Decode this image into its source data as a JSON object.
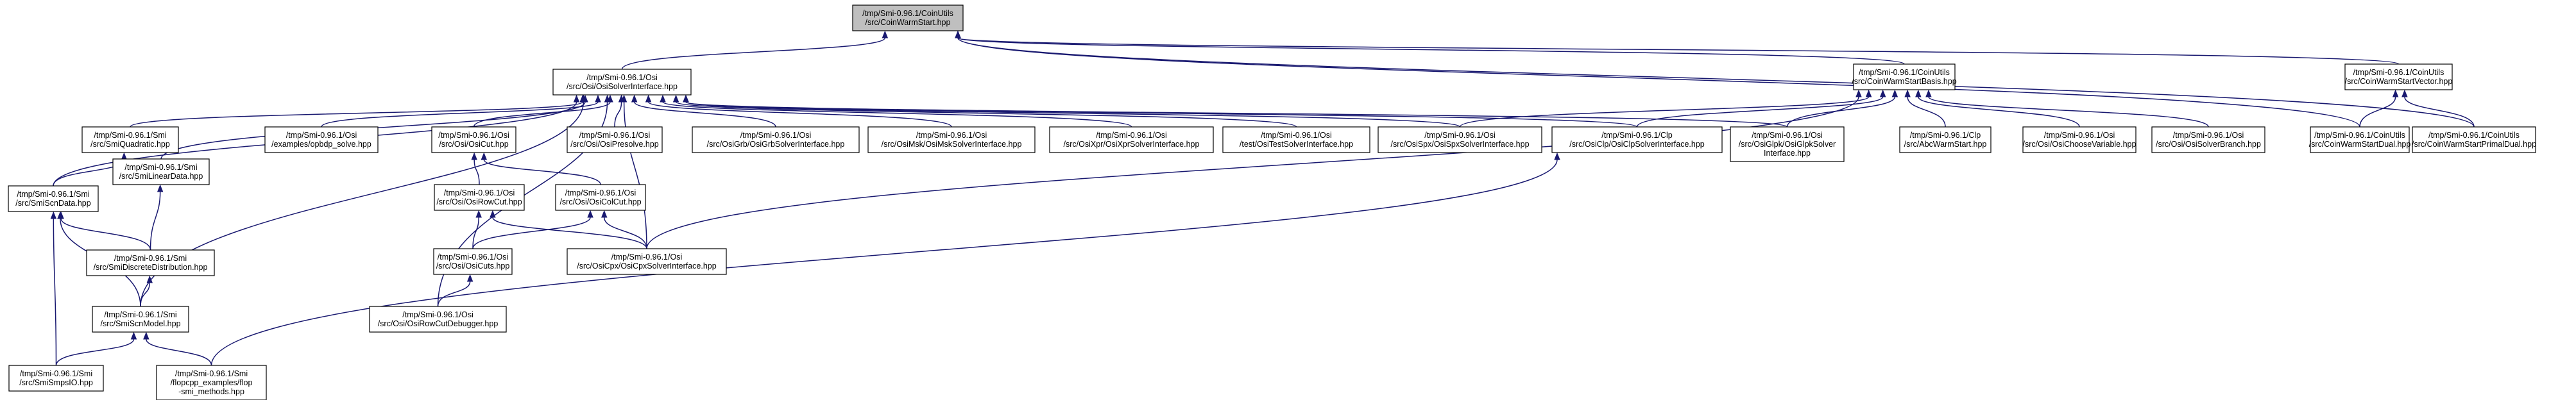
{
  "diagram": {
    "kind": "include-dependency-graph",
    "colors": {
      "node_fill": "#ffffff",
      "root_fill": "#bfbfbf",
      "edge": "#191970",
      "border": "#000000"
    },
    "nodes": [
      {
        "id": "root",
        "lines": [
          "/tmp/Smi-0.96.1/CoinUtils",
          "/src/CoinWarmStart.hpp"
        ],
        "root": true
      },
      {
        "id": "osisi",
        "lines": [
          "/tmp/Smi-0.96.1/Osi",
          "/src/Osi/OsiSolverInterface.hpp"
        ]
      },
      {
        "id": "cwsb",
        "lines": [
          "/tmp/Smi-0.96.1/CoinUtils",
          "/src/CoinWarmStartBasis.hpp"
        ]
      },
      {
        "id": "cwsv",
        "lines": [
          "/tmp/Smi-0.96.1/CoinUtils",
          "/src/CoinWarmStartVector.hpp"
        ]
      },
      {
        "id": "smiquad",
        "lines": [
          "/tmp/Smi-0.96.1/Smi",
          "/src/SmiQuadratic.hpp"
        ]
      },
      {
        "id": "smilin",
        "lines": [
          "/tmp/Smi-0.96.1/Smi",
          "/src/SmiLinearData.hpp"
        ]
      },
      {
        "id": "opbdp",
        "lines": [
          "/tmp/Smi-0.96.1/Osi",
          "/examples/opbdp_solve.hpp"
        ]
      },
      {
        "id": "osicut",
        "lines": [
          "/tmp/Smi-0.96.1/Osi",
          "/src/Osi/OsiCut.hpp"
        ]
      },
      {
        "id": "osipresolve",
        "lines": [
          "/tmp/Smi-0.96.1/Osi",
          "/src/Osi/OsiPresolve.hpp"
        ]
      },
      {
        "id": "osigrb",
        "lines": [
          "/tmp/Smi-0.96.1/Osi",
          "/src/OsiGrb/OsiGrbSolverInterface.hpp"
        ]
      },
      {
        "id": "osimsk",
        "lines": [
          "/tmp/Smi-0.96.1/Osi",
          "/src/OsiMsk/OsiMskSolverInterface.hpp"
        ]
      },
      {
        "id": "osixpr",
        "lines": [
          "/tmp/Smi-0.96.1/Osi",
          "/src/OsiXpr/OsiXprSolverInterface.hpp"
        ]
      },
      {
        "id": "osittest",
        "lines": [
          "/tmp/Smi-0.96.1/Osi",
          "/test/OsiTestSolverInterface.hpp"
        ]
      },
      {
        "id": "osispx",
        "lines": [
          "/tmp/Smi-0.96.1/Osi",
          "/src/OsiSpx/OsiSpxSolverInterface.hpp"
        ]
      },
      {
        "id": "osiclp",
        "lines": [
          "/tmp/Smi-0.96.1/Clp",
          "/src/OsiClp/OsiClpSolverInterface.hpp"
        ]
      },
      {
        "id": "osiglpk",
        "lines": [
          "/tmp/Smi-0.96.1/Osi",
          "/src/OsiGlpk/OsiGlpkSolver",
          "Interface.hpp"
        ]
      },
      {
        "id": "abcws",
        "lines": [
          "/tmp/Smi-0.96.1/Clp",
          "/src/AbcWarmStart.hpp"
        ]
      },
      {
        "id": "osichoose",
        "lines": [
          "/tmp/Smi-0.96.1/Osi",
          "/src/Osi/OsiChooseVariable.hpp"
        ]
      },
      {
        "id": "osibranch",
        "lines": [
          "/tmp/Smi-0.96.1/Osi",
          "/src/Osi/OsiSolverBranch.hpp"
        ]
      },
      {
        "id": "cwsdual",
        "lines": [
          "/tmp/Smi-0.96.1/CoinUtils",
          "/src/CoinWarmStartDual.hpp"
        ]
      },
      {
        "id": "cwspd",
        "lines": [
          "/tmp/Smi-0.96.1/CoinUtils",
          "/src/CoinWarmStartPrimalDual.hpp"
        ]
      },
      {
        "id": "smiscndata",
        "lines": [
          "/tmp/Smi-0.96.1/Smi",
          "/src/SmiScnData.hpp"
        ]
      },
      {
        "id": "osirowcut",
        "lines": [
          "/tmp/Smi-0.96.1/Osi",
          "/src/Osi/OsiRowCut.hpp"
        ]
      },
      {
        "id": "osicolcut",
        "lines": [
          "/tmp/Smi-0.96.1/Osi",
          "/src/Osi/OsiColCut.hpp"
        ]
      },
      {
        "id": "smidisc",
        "lines": [
          "/tmp/Smi-0.96.1/Smi",
          "/src/SmiDiscreteDistribution.hpp"
        ]
      },
      {
        "id": "osicuts",
        "lines": [
          "/tmp/Smi-0.96.1/Osi",
          "/src/Osi/OsiCuts.hpp"
        ]
      },
      {
        "id": "osicpx",
        "lines": [
          "/tmp/Smi-0.96.1/Osi",
          "/src/OsiCpx/OsiCpxSolverInterface.hpp"
        ]
      },
      {
        "id": "smiscnmodel",
        "lines": [
          "/tmp/Smi-0.96.1/Smi",
          "/src/SmiScnModel.hpp"
        ]
      },
      {
        "id": "osirowcutdbg",
        "lines": [
          "/tmp/Smi-0.96.1/Osi",
          "/src/Osi/OsiRowCutDebugger.hpp"
        ]
      },
      {
        "id": "smismps",
        "lines": [
          "/tmp/Smi-0.96.1/Smi",
          "/src/SmiSmpsIO.hpp"
        ]
      },
      {
        "id": "flopc",
        "lines": [
          "/tmp/Smi-0.96.1/Smi",
          "/flopcpp_examples/flop",
          "-smi_methods.hpp"
        ]
      }
    ],
    "edges": [
      [
        "root",
        "osisi"
      ],
      [
        "root",
        "cwsb"
      ],
      [
        "root",
        "cwsv"
      ],
      [
        "root",
        "cwsdual"
      ],
      [
        "root",
        "cwspd"
      ],
      [
        "osisi",
        "smiquad"
      ],
      [
        "osisi",
        "smilin"
      ],
      [
        "osisi",
        "opbdp"
      ],
      [
        "osisi",
        "osicut"
      ],
      [
        "osisi",
        "osipresolve"
      ],
      [
        "osisi",
        "osigrb"
      ],
      [
        "osisi",
        "osimsk"
      ],
      [
        "osisi",
        "osixpr"
      ],
      [
        "osisi",
        "osittest"
      ],
      [
        "osisi",
        "osispx"
      ],
      [
        "osisi",
        "osiclp"
      ],
      [
        "osisi",
        "osiglpk"
      ],
      [
        "osisi",
        "smiscndata"
      ],
      [
        "osisi",
        "smiscnmodel"
      ],
      [
        "osisi",
        "osirowcutdbg"
      ],
      [
        "osisi",
        "osicpx"
      ],
      [
        "cwsb",
        "osispx"
      ],
      [
        "cwsb",
        "osiclp"
      ],
      [
        "cwsb",
        "osiglpk"
      ],
      [
        "cwsb",
        "abcws"
      ],
      [
        "cwsb",
        "osichoose"
      ],
      [
        "cwsb",
        "osibranch"
      ],
      [
        "cwsb",
        "osicpx"
      ],
      [
        "cwsv",
        "cwsdual"
      ],
      [
        "cwsv",
        "cwspd"
      ],
      [
        "smiquad",
        "smiscndata"
      ],
      [
        "smilin",
        "smidisc"
      ],
      [
        "osicut",
        "osirowcut"
      ],
      [
        "osicut",
        "osicolcut"
      ],
      [
        "osirowcut",
        "osicuts"
      ],
      [
        "osirowcut",
        "osicpx"
      ],
      [
        "osicolcut",
        "osicuts"
      ],
      [
        "osicolcut",
        "osicpx"
      ],
      [
        "osicuts",
        "osirowcutdbg"
      ],
      [
        "smiscndata",
        "smidisc"
      ],
      [
        "smiscndata",
        "smiscnmodel"
      ],
      [
        "smiscndata",
        "smismps"
      ],
      [
        "smidisc",
        "smiscnmodel"
      ],
      [
        "smiscnmodel",
        "smismps"
      ],
      [
        "smiscnmodel",
        "flopc"
      ],
      [
        "osiclp",
        "flopc"
      ]
    ]
  }
}
